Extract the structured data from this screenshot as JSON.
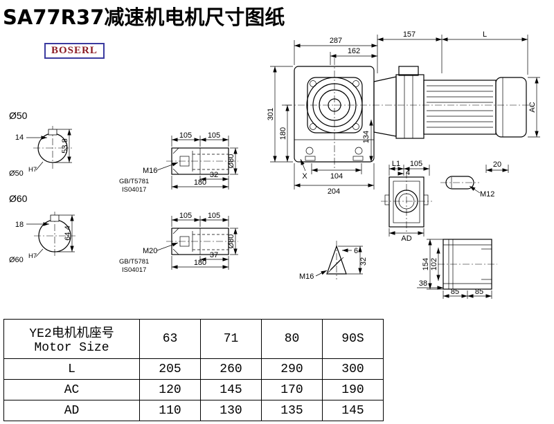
{
  "title": "SA77R37减速机电机尺寸图纸",
  "brand": {
    "name": "BOSERL",
    "border_color": "#3a3a9f",
    "text_color": "#8b1c24"
  },
  "views": {
    "main": {
      "width_total": "287",
      "width_inner": "162",
      "adapter_len": "157",
      "motor_len": "L",
      "motor_dia": "AC",
      "height_total": "301",
      "axis_height": "180",
      "inner_height": "134",
      "bottom_a": "104",
      "bottom_b": "204",
      "marker": "X"
    },
    "bore50": {
      "title": "Ø50",
      "key_w": "14",
      "key_h": "53.8",
      "bore": "Ø50",
      "tol": "H7"
    },
    "shaft1": {
      "seg1": "105",
      "seg2": "105",
      "thread": "M16",
      "std1": "GB/T5781",
      "std2": "IS04017",
      "depth": "32",
      "length": "180",
      "dia": "Ø80"
    },
    "bore60": {
      "title": "Ø60",
      "key_w": "18",
      "key_h": "64.4",
      "bore": "Ø60",
      "tol": "H7"
    },
    "shaft2": {
      "seg1": "105",
      "seg2": "105",
      "thread": "M20",
      "std1": "GB/T5781",
      "std2": "IS04017",
      "depth": "37",
      "length": "180",
      "dia": "Ø80"
    },
    "flange": {
      "d1": "L1",
      "d2": "105",
      "d3": "4",
      "d4": "AD"
    },
    "keydetail": {
      "len": "20",
      "thread": "M12"
    },
    "plug": {
      "d1": "6",
      "d2": "32",
      "thread": "M16"
    },
    "side": {
      "h1": "154",
      "h2": "102",
      "w1": "38",
      "w2": "85",
      "w3": "85"
    }
  },
  "table": {
    "header_cn": "YE2电机机座号",
    "header_en": "Motor Size",
    "sizes": [
      "63",
      "71",
      "80",
      "90S"
    ],
    "rows": [
      {
        "label": "L",
        "values": [
          "205",
          "260",
          "290",
          "300"
        ]
      },
      {
        "label": "AC",
        "values": [
          "120",
          "145",
          "170",
          "190"
        ]
      },
      {
        "label": "AD",
        "values": [
          "110",
          "130",
          "135",
          "145"
        ]
      }
    ]
  }
}
